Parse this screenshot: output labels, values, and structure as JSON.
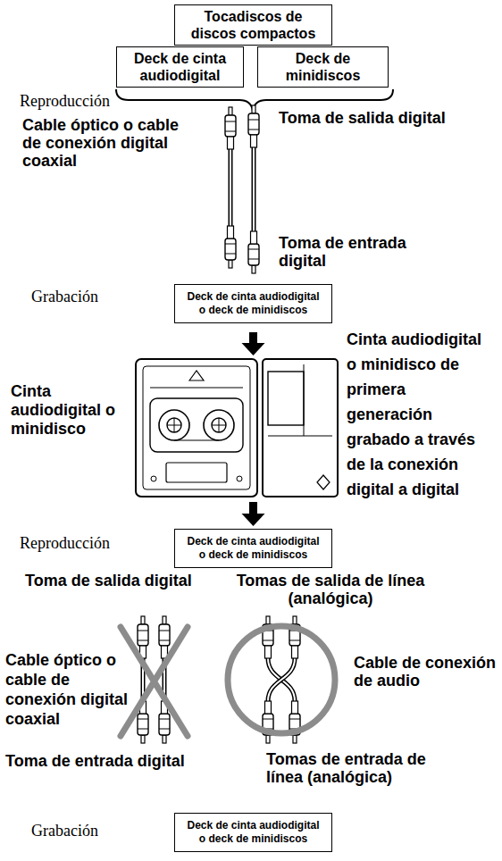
{
  "diagram": {
    "nodes": [
      {
        "text": [
          "Tocadiscos de discos compactos"
        ]
      },
      {
        "text": [
          "Deck de cinta audiodigital"
        ]
      },
      {
        "text": [
          "Deck de minidiscos"
        ]
      },
      {
        "text": [
          "Deck de cinta audiodigital o deck de minidiscos"
        ]
      },
      {
        "text": [
          "Deck de cinta audiodigital o deck de minidiscos"
        ]
      },
      {
        "text": [
          "Deck de cinta audiodigital o deck de minidiscos"
        ]
      }
    ],
    "edges": [
      {
        "from": 3,
        "to": 4,
        "arrow": "to"
      }
    ],
    "labels": [
      "Reproducción",
      "Toma de salida digital",
      "Cable óptico o cable de conexión digital coaxial",
      "Toma de entrada digital",
      "Grabación",
      "Cinta audiodigital o minidisco",
      "Cinta audiodigital o minidisco de primera generación grabado a través de la conexión digital a digital",
      "Reproducción",
      "Toma de salida digital",
      "Tomas de salida de línea (analógica)",
      "Cable óptico o cable de conexión digital coaxial",
      "Cable de conexión de audio",
      "Toma de entrada digital",
      "Tomas de entrada de línea (analógica)",
      "Grabación"
    ]
  }
}
